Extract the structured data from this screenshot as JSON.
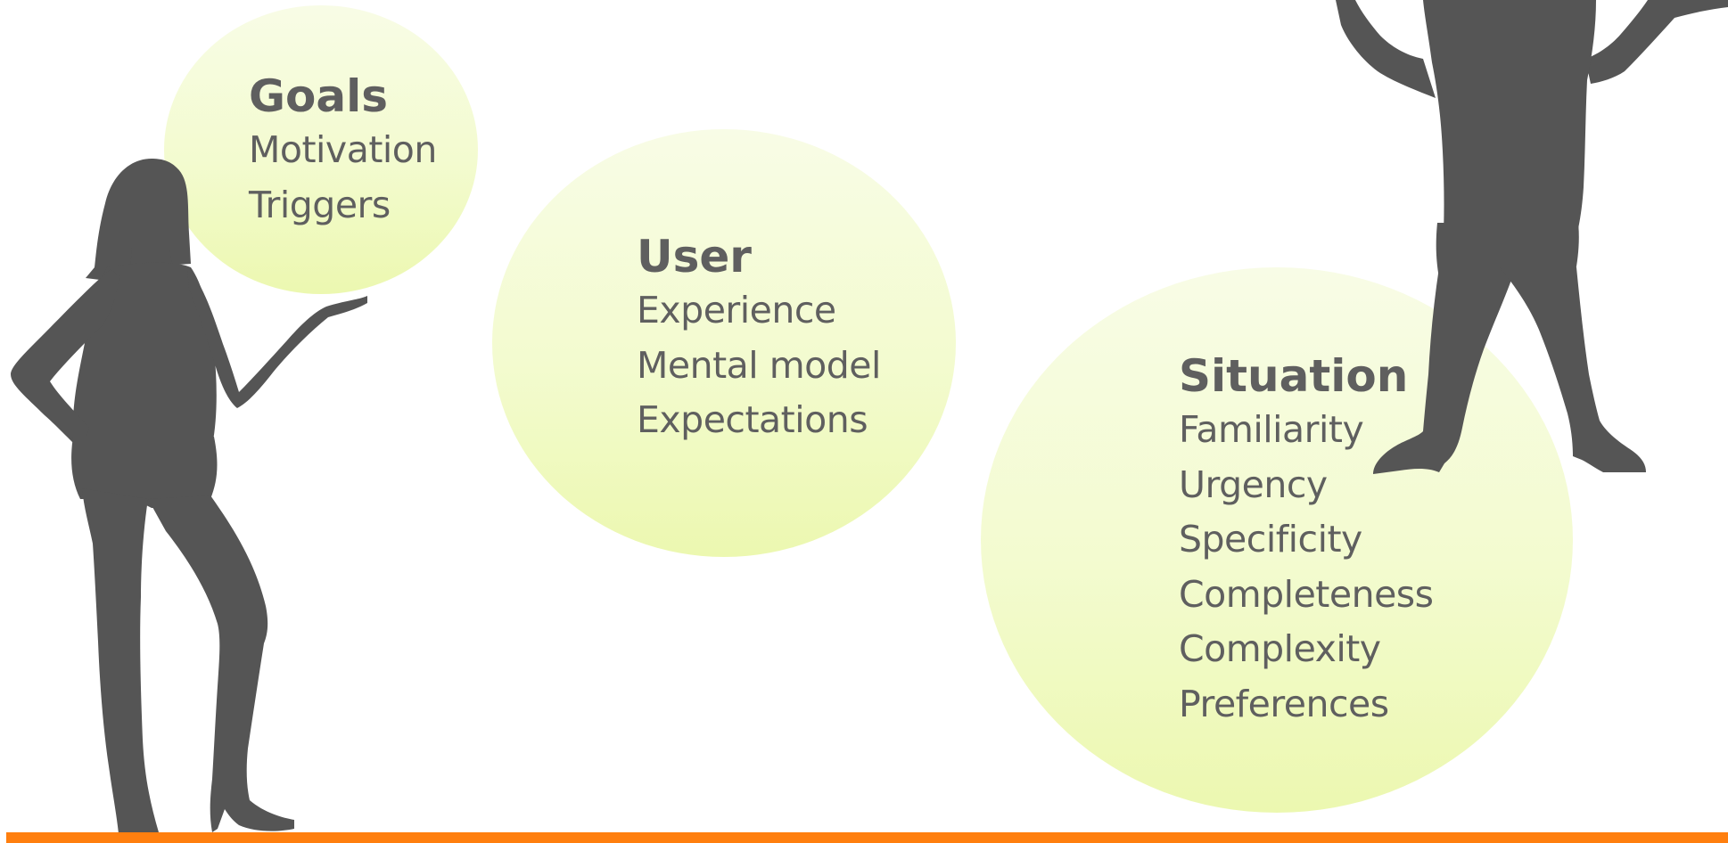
{
  "goals": {
    "heading": "Goals",
    "items": [
      "Motivation",
      "Triggers"
    ]
  },
  "user": {
    "heading": "User",
    "items": [
      "Experience",
      "Mental model",
      "Expectations"
    ]
  },
  "situation": {
    "heading": "Situation",
    "items": [
      "Familiarity",
      "Urgency",
      "Specificity",
      "Completeness",
      "Complexity",
      "Preferences"
    ]
  },
  "colors": {
    "text": "#5f5f5f",
    "silhouette": "#555555",
    "bubble_top": "#f8fce6",
    "bubble_bottom": "#ecf8b0",
    "footer_bar": "#ff7f0f"
  },
  "icons": {
    "left_figure": "woman-silhouette",
    "right_figure": "man-silhouette"
  }
}
